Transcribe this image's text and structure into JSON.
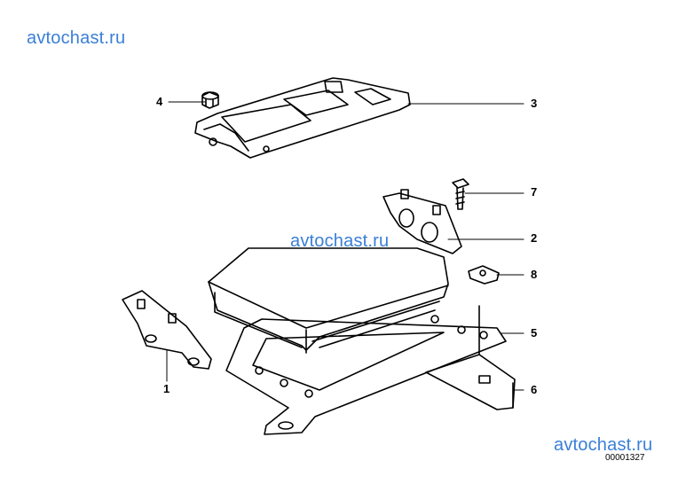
{
  "watermarks": {
    "top": "avtochast.ru",
    "middle": "avtochast.ru",
    "bottom": "avtochast.ru"
  },
  "callouts": [
    {
      "id": "1",
      "label": "1"
    },
    {
      "id": "2",
      "label": "2"
    },
    {
      "id": "3",
      "label": "3"
    },
    {
      "id": "4",
      "label": "4"
    },
    {
      "id": "5",
      "label": "5"
    },
    {
      "id": "6",
      "label": "6"
    },
    {
      "id": "7",
      "label": "7"
    },
    {
      "id": "8",
      "label": "8"
    }
  ],
  "diagram_id": "00001327",
  "colors": {
    "watermark": "#3a7fd8",
    "line": "#000000",
    "background": "#ffffff"
  }
}
